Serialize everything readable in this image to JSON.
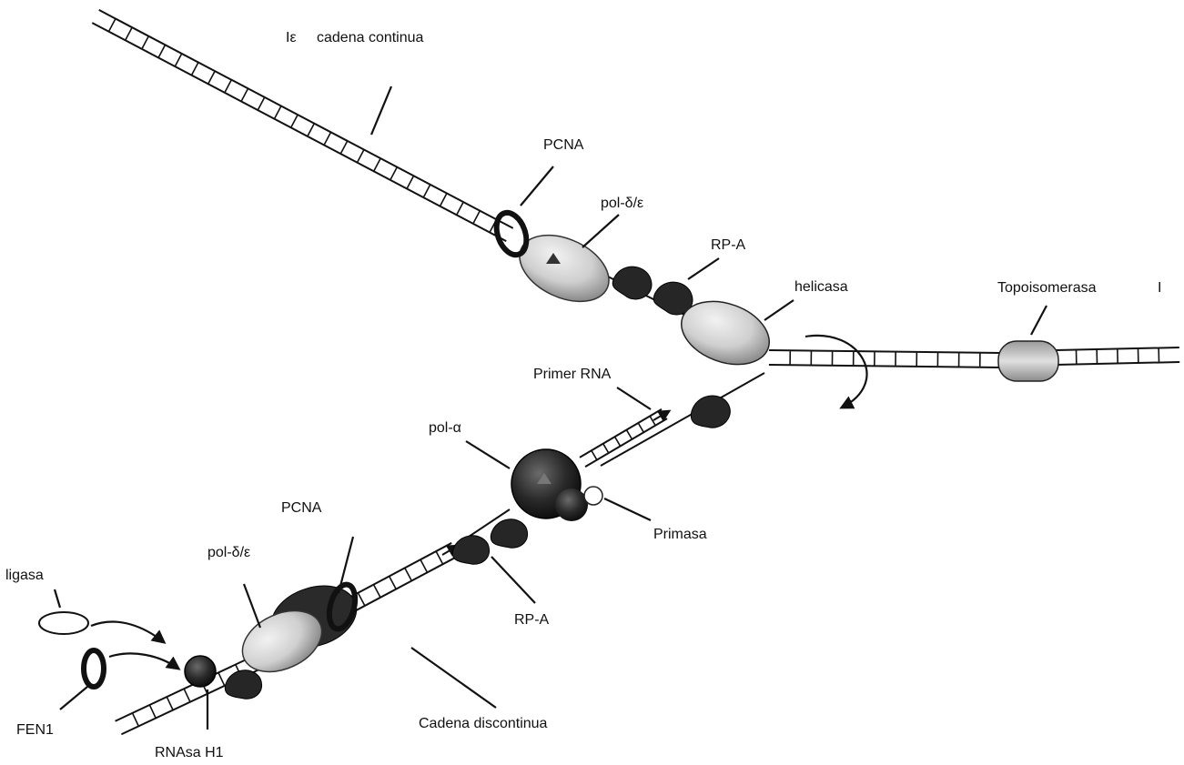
{
  "labels": {
    "ie": "Iε",
    "cadena_continua": "cadena continua",
    "pcna_top": "PCNA",
    "pol_delta_top": "pol-δ/ε",
    "rpa_top": "RP-A",
    "helicasa": "helicasa",
    "topoisomerasa": "Topoisomerasa",
    "topo_roman": "I",
    "primer_rna": "Primer RNA",
    "pol_alpha": "pol-α",
    "primasa": "Primasa",
    "pcna_bottom": "PCNA",
    "pol_delta_bottom": "pol-δ/ε",
    "rpa_bottom": "RP-A",
    "ligasa": "ligasa",
    "fen1": "FEN1",
    "rnasa_h1": "RNAsa H1",
    "cadena_discontinua": "Cadena discontinua"
  },
  "colors": {
    "ink": "#111111",
    "protein_light": "#cfcfcf",
    "protein_dark": "#2a2a2a",
    "background": "#ffffff"
  }
}
